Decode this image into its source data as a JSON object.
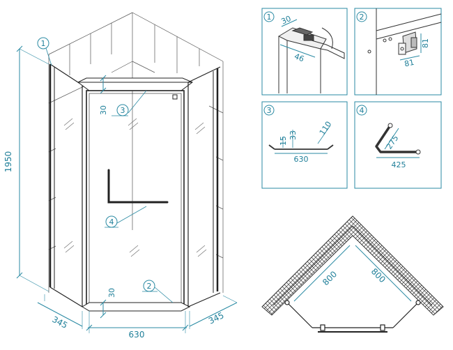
{
  "dimensions": {
    "height": "1950",
    "left_depth": "345",
    "right_depth": "345",
    "door_width": "630",
    "top_gap": "30",
    "bottom_gap": "30",
    "tray_side_a": "800",
    "tray_side_b": "800"
  },
  "callouts": {
    "c1": "1",
    "c2": "2",
    "c3": "3",
    "c4": "4"
  },
  "detail_panels": {
    "p1": {
      "number": "1",
      "dim_a": "30",
      "dim_b": "46"
    },
    "p2": {
      "number": "2",
      "dim_a": "81",
      "dim_b": "81"
    },
    "p3": {
      "number": "3",
      "dim_a": "15",
      "dim_b": "33",
      "dim_c": "110",
      "dim_d": "630"
    },
    "p4": {
      "number": "4",
      "dim_a": "275",
      "dim_b": "425"
    }
  },
  "colors": {
    "line": "#333333",
    "accent": "#2a8aa3",
    "hatch": "#555555"
  }
}
